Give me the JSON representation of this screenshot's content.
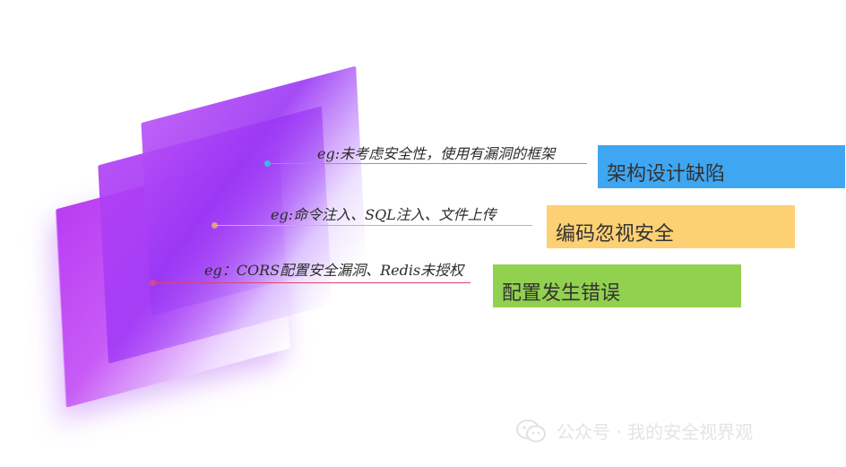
{
  "items": [
    {
      "example": "eg:未考虑安全性，使用有漏洞的框架",
      "label": "架构设计缺陷",
      "box_color": "#3fa6f2",
      "line_color": "#3fb7e6"
    },
    {
      "example": "eg:命令注入、SQL注入、文件上传",
      "label": "编码忽视安全",
      "box_color": "#fdd074",
      "line_color": "#f1b04c"
    },
    {
      "example": "eg：CORS配置安全漏洞、Redis未授权",
      "label": "配置发生错误",
      "box_color": "#92d050",
      "line_color": "#e0446b"
    }
  ],
  "watermark": {
    "text": "公众号 · 我的安全视界观",
    "icon": "wechat-icon"
  }
}
